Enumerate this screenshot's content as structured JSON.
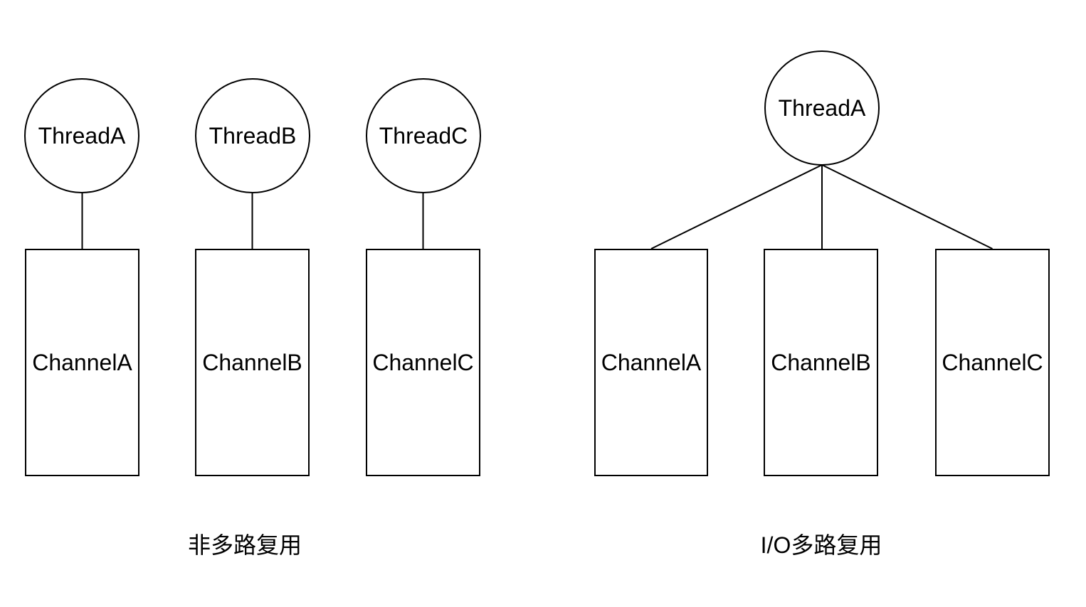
{
  "colors": {
    "stroke": "#000000",
    "shape_fill": "#ffffff",
    "text": "#000000",
    "background": "#ffffff"
  },
  "left_group": {
    "caption": "非多路复用",
    "threads": [
      {
        "label": "ThreadA"
      },
      {
        "label": "ThreadB"
      },
      {
        "label": "ThreadC"
      }
    ],
    "channels": [
      {
        "label": "ChannelA"
      },
      {
        "label": "ChannelB"
      },
      {
        "label": "ChannelC"
      }
    ]
  },
  "right_group": {
    "caption": "I/O多路复用",
    "thread": {
      "label": "ThreadA"
    },
    "channels": [
      {
        "label": "ChannelA"
      },
      {
        "label": "ChannelB"
      },
      {
        "label": "ChannelC"
      }
    ]
  }
}
